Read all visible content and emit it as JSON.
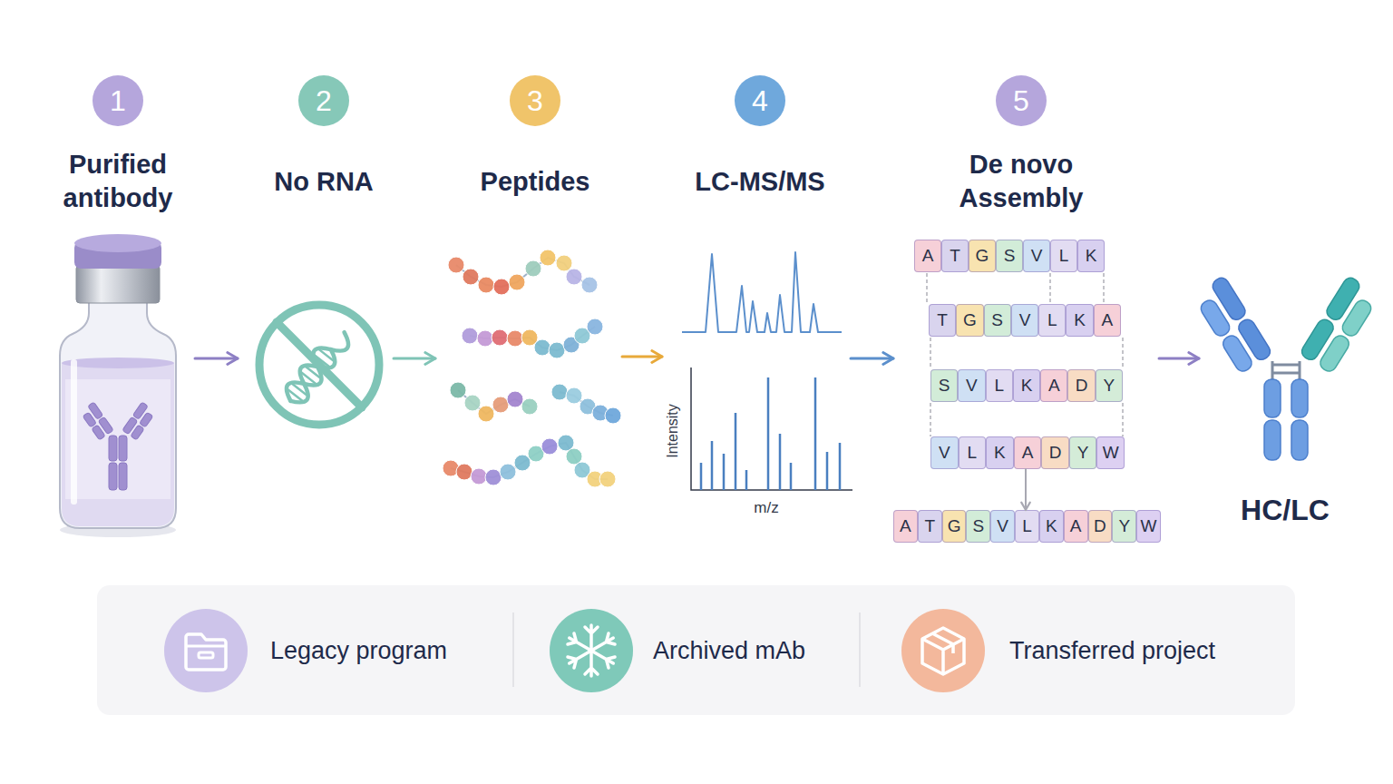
{
  "diagram": {
    "nodes": [
      {
        "text": [
          "1",
          "Purified antibody"
        ]
      },
      {
        "text": [
          "2",
          "No RNA"
        ]
      },
      {
        "text": [
          "3",
          "Peptides"
        ]
      },
      {
        "text": [
          "4",
          "LC-MS/MS"
        ]
      },
      {
        "text": [
          "5",
          "De novo Assembly"
        ]
      },
      {
        "text": [
          "A",
          "T",
          "G",
          "S",
          "V",
          "L",
          "K"
        ],
        "in": 4
      },
      {
        "text": [
          "T",
          "G",
          "S",
          "V",
          "L",
          "K",
          "A"
        ],
        "in": 4
      },
      {
        "text": [
          "S",
          "V",
          "L",
          "K",
          "A",
          "D",
          "Y"
        ],
        "in": 4
      },
      {
        "text": [
          "V",
          "L",
          "K",
          "A",
          "D",
          "Y",
          "W"
        ],
        "in": 4
      },
      {
        "text": [
          "A",
          "T",
          "G",
          "S",
          "V",
          "L",
          "K",
          "A",
          "D",
          "Y",
          "W"
        ],
        "in": 4
      },
      {
        "text": [
          "HC/LC"
        ]
      },
      {
        "text": [
          "Legacy program"
        ]
      },
      {
        "text": [
          "Archived mAb"
        ]
      },
      {
        "text": [
          "Transferred project"
        ]
      }
    ],
    "edges": [
      {
        "from": 0,
        "to": 1,
        "arrow": "to"
      },
      {
        "from": 1,
        "to": 2,
        "arrow": "to"
      },
      {
        "from": 2,
        "to": 3,
        "arrow": "to"
      },
      {
        "from": 3,
        "to": 4,
        "arrow": "to"
      },
      {
        "from": 4,
        "to": 10,
        "arrow": "to"
      },
      {
        "from": 8,
        "to": 9,
        "arrow": "to"
      }
    ],
    "labels": [
      "Intensity",
      "m/z"
    ]
  }
}
